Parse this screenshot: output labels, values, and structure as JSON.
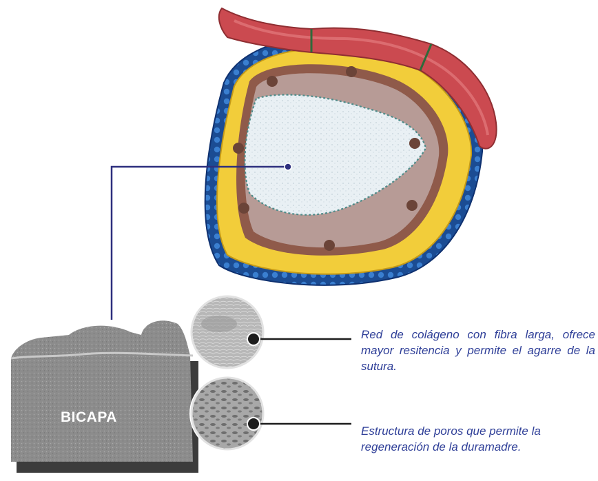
{
  "bicapa": {
    "label": "BICAPA"
  },
  "callouts": [
    {
      "text": "Red de colágeno con fibra larga, ofrece mayor resitencia y permite el agarre de la sutura."
    },
    {
      "text": "Estructura de poros que permite la regeneración de la duramadre."
    }
  ],
  "colors": {
    "leader_line": "#2d2f7e",
    "callout_text": "#2f3f98",
    "bone": "#f2cd3a",
    "skin_blue": "#1c4f96",
    "scalp_red": "#c8484c",
    "graft": "#e6eef3"
  }
}
